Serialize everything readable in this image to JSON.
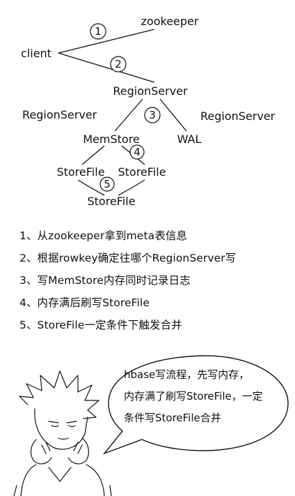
{
  "diagram": {
    "nodes": {
      "zookeeper": "zookeeper",
      "client": "client",
      "region_server_main": "RegionServer",
      "region_server_left": "RegionServer",
      "region_server_right": "RegionServer",
      "memstore": "MemStore",
      "wal": "WAL",
      "storefile_left": "StoreFile",
      "storefile_right": "StoreFile",
      "storefile_merged": "StoreFile"
    },
    "step_markers": [
      "1",
      "2",
      "3",
      "4",
      "5"
    ]
  },
  "steps": [
    "1、从zookeeper拿到meta表信息",
    "2、根据rowkey确定往哪个RegionServer写",
    "3、写MemStore内存同时记录日志",
    "4、内存满后刷写StoreFile",
    "5、StoreFile一定条件下触发合并"
  ],
  "speech_bubble": {
    "lines": [
      "hbase写流程，先写内存，",
      "内存满了刷写StoreFile，一定",
      "条件写StoreFile合并"
    ]
  }
}
